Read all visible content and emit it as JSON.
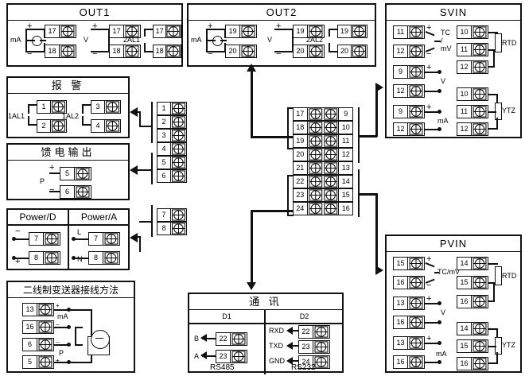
{
  "diagram": {
    "title": "instrument-terminal-wiring-diagram",
    "colors": {
      "line": "#111111",
      "background": "#ffffff"
    }
  },
  "panels": {
    "out1": {
      "title": "OUT1",
      "groups": [
        {
          "mode": "mA",
          "terminals": [
            "17",
            "18"
          ],
          "signs": [
            "+",
            "−"
          ],
          "has_meter": true
        },
        {
          "mode": "V",
          "terminals": [
            "17",
            "18"
          ],
          "signs": [
            "+",
            "−"
          ],
          "has_meter": false
        },
        {
          "mode": "2AL1",
          "terminals": [
            "17",
            "18"
          ],
          "signs": [
            "",
            ""
          ],
          "has_meter": false
        }
      ]
    },
    "out2": {
      "title": "OUT2",
      "groups": [
        {
          "mode": "mA",
          "terminals": [
            "19",
            "20"
          ],
          "signs": [
            "+",
            "−"
          ],
          "has_meter": true
        },
        {
          "mode": "V",
          "terminals": [
            "19",
            "20"
          ],
          "signs": [
            "+",
            "−"
          ],
          "has_meter": false
        },
        {
          "mode": "2AL2",
          "terminals": [
            "19",
            "20"
          ],
          "signs": [
            "",
            ""
          ],
          "has_meter": false
        }
      ]
    },
    "alarm": {
      "title": "报  警",
      "groups": [
        {
          "label": "1AL1",
          "terminals": [
            "1",
            "2"
          ]
        },
        {
          "label": "1AL2",
          "terminals": [
            "3",
            "4"
          ]
        }
      ]
    },
    "feed_output": {
      "title": "馈电输出",
      "label": "P",
      "terminals": [
        "5",
        "6"
      ],
      "signs": [
        "+",
        "−"
      ]
    },
    "power": {
      "left": {
        "title": "Power/D",
        "terminals": [
          "7",
          "8"
        ],
        "signs": [
          "−",
          "+"
        ]
      },
      "right": {
        "title": "Power/A",
        "terminals": [
          "7",
          "8"
        ],
        "signs": [
          "L",
          "N"
        ]
      }
    },
    "two_wire": {
      "title": "二线制变送器接线方法",
      "terminals": [
        "13",
        "16",
        "6",
        "5"
      ],
      "signs": [
        "+",
        "−",
        "−",
        "+"
      ],
      "labels": [
        "mA",
        "P"
      ]
    },
    "comm": {
      "title": "通  讯",
      "d1": {
        "title": "D1",
        "standard": "RS485",
        "rows": [
          {
            "signal": "B",
            "terminal": "22"
          },
          {
            "signal": "A",
            "terminal": "23"
          }
        ]
      },
      "d2": {
        "title": "D2",
        "standard": "RS232",
        "rows": [
          {
            "signal": "RXD",
            "terminal": "22"
          },
          {
            "signal": "TXD",
            "terminal": "23"
          },
          {
            "signal": "GND",
            "terminal": "24"
          }
        ]
      }
    },
    "svin": {
      "title": "SVIN",
      "left_groups": [
        {
          "mode": "TC\n/\nmV",
          "terminals": [
            "11",
            "12"
          ],
          "signs": [
            "+",
            "−"
          ],
          "style": "tc"
        },
        {
          "mode": "V",
          "terminals": [
            "9",
            "12"
          ],
          "signs": [
            "+",
            "−"
          ],
          "style": "dots"
        },
        {
          "mode": "mA",
          "terminals": [
            "9",
            "12"
          ],
          "signs": [
            "+",
            "−"
          ],
          "style": "dots"
        }
      ],
      "right_groups": [
        {
          "mode": "RTD",
          "terminals": [
            "10",
            "11",
            "12"
          ]
        },
        {
          "mode": "YTZ",
          "terminals": [
            "10",
            "11",
            "12"
          ]
        }
      ]
    },
    "pvin": {
      "title": "PVIN",
      "left_groups": [
        {
          "mode": "TC/mV",
          "terminals": [
            "15",
            "16"
          ],
          "signs": [
            "+",
            "−"
          ],
          "style": "tc"
        },
        {
          "mode": "V",
          "terminals": [
            "13",
            "16"
          ],
          "signs": [
            "+",
            "−"
          ],
          "style": "dots"
        },
        {
          "mode": "mA",
          "terminals": [
            "13",
            "16"
          ],
          "signs": [
            "+",
            "−"
          ],
          "style": "dots"
        }
      ],
      "right_groups": [
        {
          "mode": "RTD",
          "terminals": [
            "14",
            "15",
            "16"
          ]
        },
        {
          "mode": "YTZ",
          "terminals": [
            "14",
            "15",
            "16"
          ]
        }
      ]
    },
    "center_block": {
      "left_column": [
        "1",
        "2",
        "3",
        "4",
        "5",
        "6",
        "7",
        "8"
      ],
      "mid_column": [
        "17",
        "18",
        "19",
        "20",
        "21",
        "22",
        "23",
        "24"
      ],
      "right_column": [
        "9",
        "10",
        "11",
        "12",
        "13",
        "14",
        "15",
        "16"
      ]
    }
  }
}
